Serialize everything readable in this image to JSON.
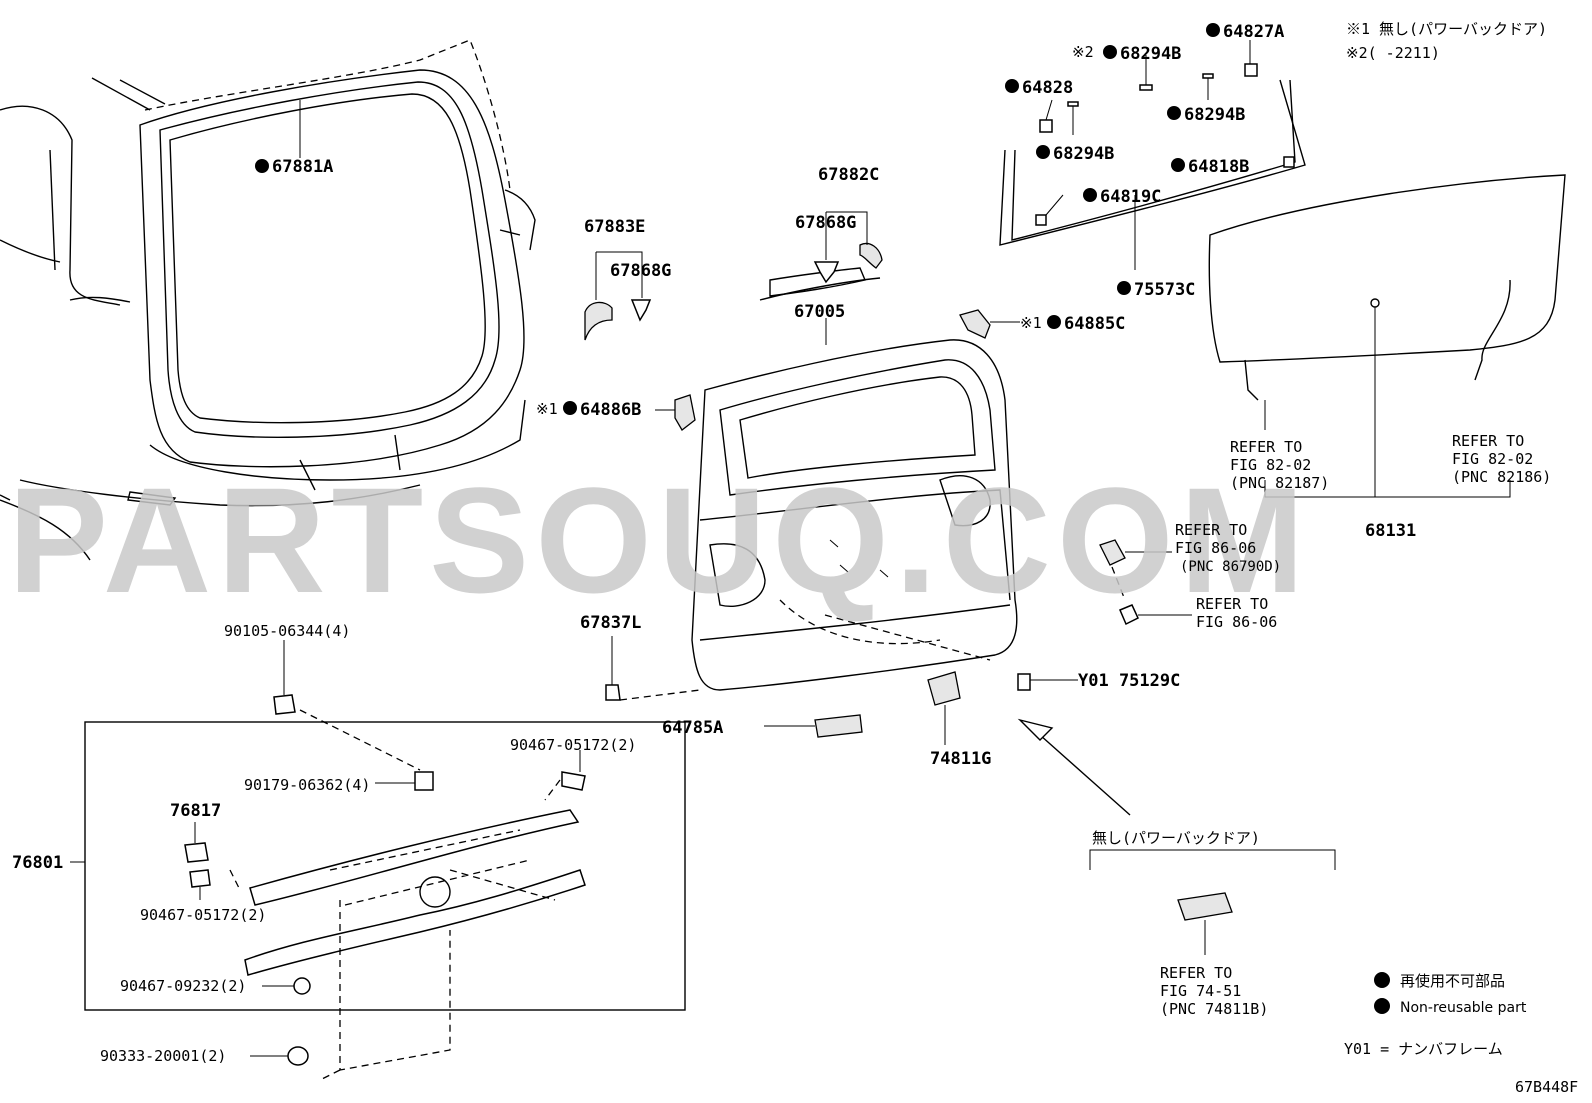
{
  "watermark": "PARTSOUQ.COM",
  "diagram_code": "67B448F",
  "note1": "※1 無し(パワーバックドア)",
  "note2": "※2(      -2211)",
  "legend": {
    "jp": "再使用不可部品",
    "en": "Non-reusable part",
    "y01": "Y01 = ナンバフレーム"
  },
  "no_power_door_label": "無し(パワーバックドア)",
  "parts": {
    "p67881A": "67881A",
    "p67883E": "67883E",
    "p67868G_a": "67868G",
    "p67882C": "67882C",
    "p67868G_b": "67868G",
    "p67005": "67005",
    "p64885C": "64885C",
    "p64885C_mark": "※1",
    "p64886B": "64886B",
    "p64886B_mark": "※1",
    "p64827A": "64827A",
    "p68294B_a": "68294B",
    "p68294B_a_mark": "※2",
    "p64828": "64828",
    "p68294B_b": "68294B",
    "p68294B_c": "68294B",
    "p64818B": "64818B",
    "p64819C": "64819C",
    "p75573C": "75573C",
    "p68131": "68131",
    "p67837L": "67837L",
    "p64785A": "64785A",
    "p74811G": "74811G",
    "pY01": "Y01 75129C",
    "p90105": "90105-06344(4)",
    "p90179": "90179-06362(4)",
    "p90467a": "90467-05172(2)",
    "p76817": "76817",
    "p76801": "76801",
    "p90467b": "90467-05172(2)",
    "p90467c": "90467-09232(2)",
    "p90333": "90333-20001(2)"
  },
  "refs": {
    "r1": [
      "REFER TO",
      "FIG 82-02",
      "(PNC 82187)"
    ],
    "r2": [
      "REFER TO",
      "FIG 82-02",
      "(PNC 82186)"
    ],
    "r3": [
      "REFER TO",
      "FIG 86-06",
      "(PNC 86790D)"
    ],
    "r4": [
      "REFER TO",
      "FIG 86-06"
    ],
    "r5": [
      "REFER TO",
      "FIG 74-51",
      "(PNC 74811B)"
    ]
  }
}
